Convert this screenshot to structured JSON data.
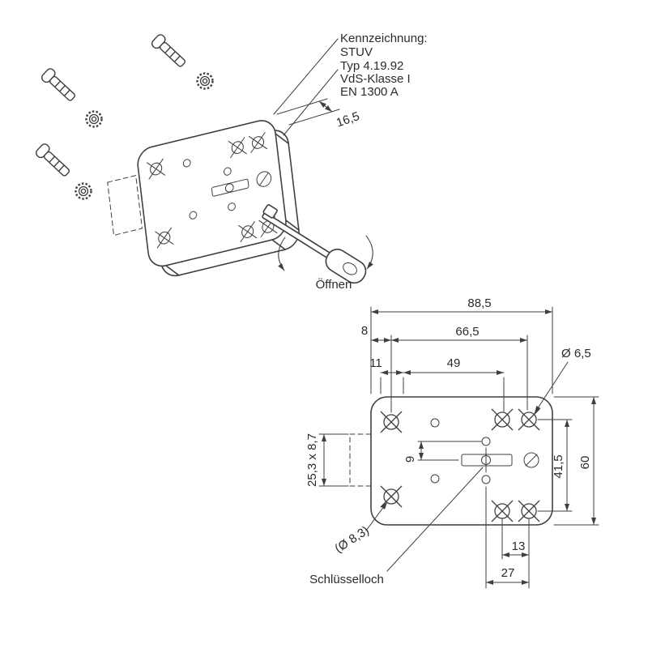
{
  "colors": {
    "line": "#3f3f3f",
    "text": "#2b2b2b",
    "background": "#ffffff"
  },
  "marking": {
    "title": "Kennzeichnung:",
    "lines": [
      "STUV",
      "Typ 4.19.92",
      "VdS-Klasse I",
      "EN 1300 A"
    ]
  },
  "iso": {
    "thickness_dim": "16,5",
    "open_label": "Öffnen"
  },
  "plan": {
    "dim_width_total": "88,5",
    "dim_width_66": "66,5",
    "dim_width_49": "49",
    "dim_edge_8": "8",
    "dim_edge_11": "11",
    "dim_hole_top": "Ø 6,5",
    "dim_bolt": "25,3 x 8,7",
    "dim_key_9": "9",
    "dim_height_41": "41,5",
    "dim_height_total": "60",
    "dim_holes_13": "13",
    "dim_key_27": "27",
    "dim_hole_bottom": "(Ø 8,3)",
    "label_keyhole": "Schlüsselloch"
  }
}
